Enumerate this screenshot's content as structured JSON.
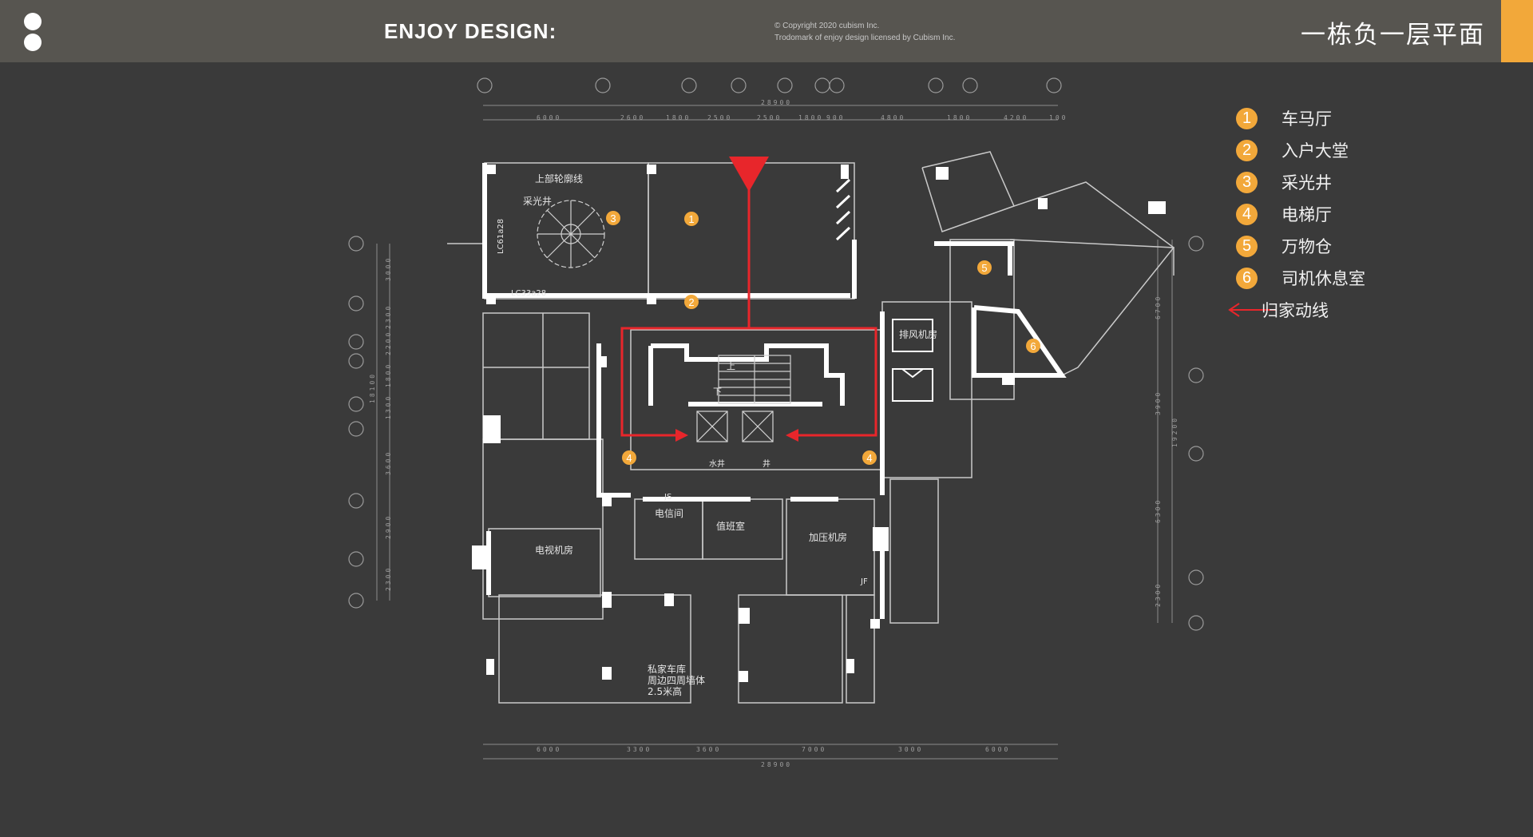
{
  "header": {
    "brand": "ENJOY DESIGN:",
    "copyright_line1": "© Copyright 2020 cubism Inc.",
    "copyright_line2": "Trodomark of enjoy design licensed by Cubism Inc.",
    "page_title": "一栋负一层平面"
  },
  "colors": {
    "accent": "#f2a83a",
    "route": "#e8262b",
    "background": "#3a3a3a",
    "header": "#575550"
  },
  "legend": {
    "items": [
      {
        "num": "1",
        "label": "车马厅"
      },
      {
        "num": "2",
        "label": "入户大堂"
      },
      {
        "num": "3",
        "label": "采光井"
      },
      {
        "num": "4",
        "label": "电梯厅"
      },
      {
        "num": "5",
        "label": "万物仓"
      },
      {
        "num": "6",
        "label": "司机休息室"
      }
    ],
    "route_label": "归家动线",
    "route_icon": "arrow-left-icon"
  },
  "dimensions": {
    "top_total": "28900",
    "top_segments": [
      "6000",
      "2600",
      "1800",
      "2500",
      "2500",
      "1800",
      "900",
      "4800",
      "1800",
      "4200",
      "100"
    ],
    "bottom_total": "28900",
    "bottom_segments": [
      "6000",
      "3300",
      "3600",
      "7000",
      "3000",
      "6000"
    ],
    "left_segments": [
      "3000",
      "2300",
      "2200",
      "1800",
      "1300",
      "3600",
      "2900",
      "2300"
    ],
    "left_total": "18100",
    "right_segments": [
      "6700",
      "3900",
      "6300",
      "2300"
    ],
    "right_total": "19200"
  },
  "rooms": {
    "outline_upper": "上部轮廓线",
    "lightwell": "采光井",
    "lc1": "LC61a28",
    "lc2": "LC33a28",
    "exhaust": "排风机房",
    "telecom": "电信间",
    "duty": "值班室",
    "pressure": "加压机房",
    "tv": "电视机房",
    "water": "水井",
    "well": "井",
    "up": "上",
    "down": "下",
    "js": "JS",
    "jf": "JF",
    "garage_line1": "私家车库",
    "garage_line2": "周边四周墙体",
    "garage_line3": "2.5米高"
  }
}
